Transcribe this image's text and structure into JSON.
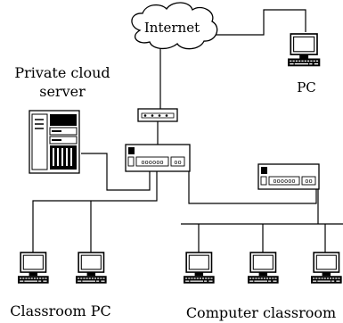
{
  "labels": {
    "internet": "Internet",
    "pc": "PC",
    "private_cloud_server_line1": "Private cloud",
    "private_cloud_server_line2": "server",
    "classroom_pc": "Classroom PC",
    "computer_classroom": "Computer classroom"
  },
  "icons": {
    "cloud": "cloud-icon",
    "router": "router-icon",
    "switch": "network-switch-icon",
    "server": "server-tower-icon",
    "computer": "desktop-computer-icon"
  }
}
